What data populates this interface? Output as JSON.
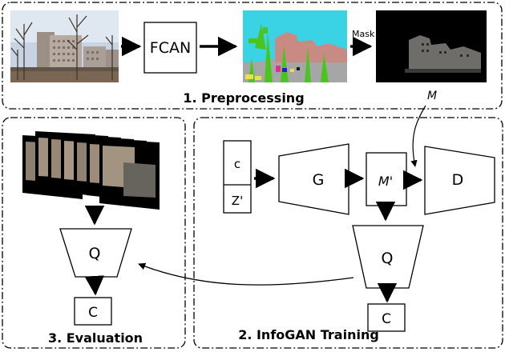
{
  "preprocessing": {
    "fcan_label": "FCAN",
    "mask_label": "Mask",
    "m_label": "M",
    "title": "1. Preprocessing"
  },
  "training": {
    "c_label": "c",
    "z_label": "Z'",
    "g_label": "G",
    "mprime_label": "M'",
    "d_label": "D",
    "q_label": "Q",
    "c_output_label": "C",
    "title": "2. InfoGAN Training"
  },
  "evaluation": {
    "q_label": "Q",
    "c_output_label": "C",
    "title": "3. Evaluation"
  },
  "colors": {
    "line": "#000000",
    "shape_fill": "#ffffff",
    "photo_sky": "#c8d4e4",
    "photo_ground": "#7a6652",
    "seg_sky": "#3ad3e6",
    "seg_building": "#c98a84",
    "seg_tree": "#4cc41f",
    "seg_ground": "#a6a6a6",
    "mask_bg": "#000000",
    "mask_building": "#6f6d6a"
  }
}
